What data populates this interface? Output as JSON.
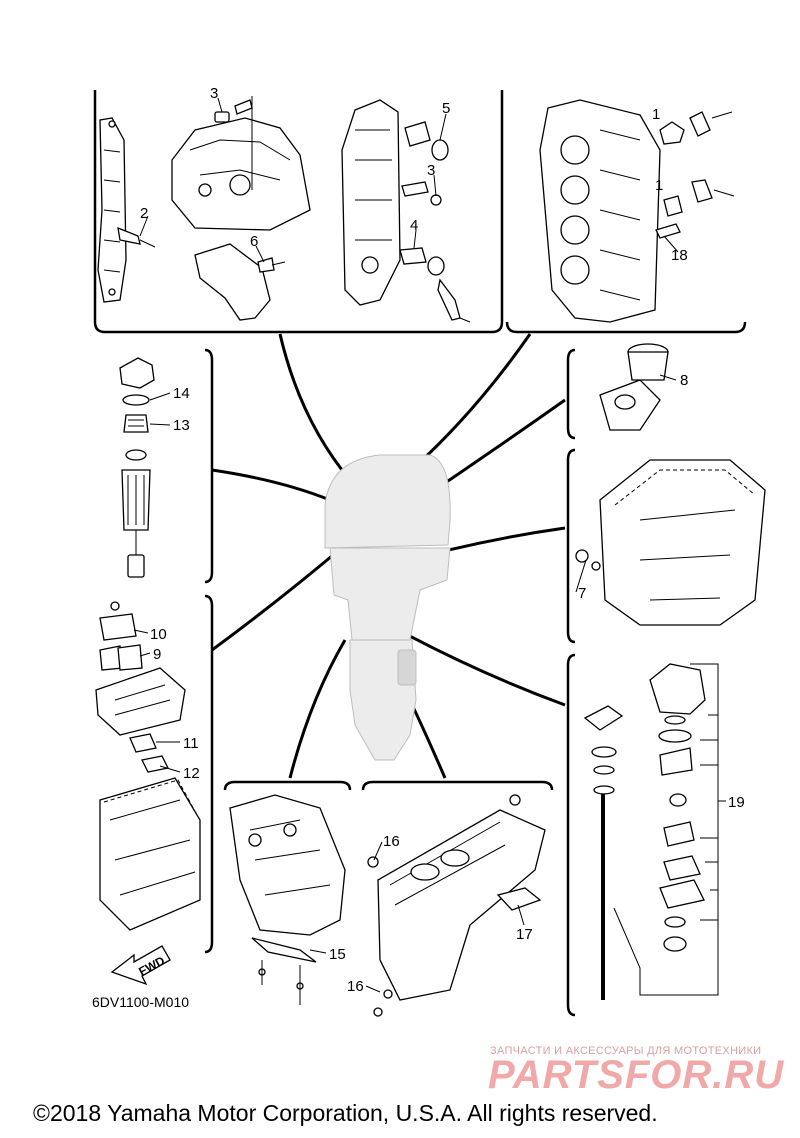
{
  "callouts": [
    "1",
    "1",
    "2",
    "3",
    "3",
    "4",
    "5",
    "6",
    "7",
    "8",
    "9",
    "10",
    "11",
    "12",
    "13",
    "14",
    "15",
    "16",
    "16",
    "17",
    "18",
    "19"
  ],
  "fwd_label": "FWD",
  "diagram_code": "6DV1100-M010",
  "watermark": {
    "tagline": "ЗАПЧАСТИ И АКСЕССУАРЫ ДЛЯ МОТОТЕХНИКИ",
    "brand": "PARTSFOR.RU"
  },
  "copyright": "©2018 Yamaha Motor Corporation, U.S.A. All rights reserved.",
  "colors": {
    "lines": "#000000",
    "watermark": "#f0a8a8",
    "background": "#ffffff"
  }
}
